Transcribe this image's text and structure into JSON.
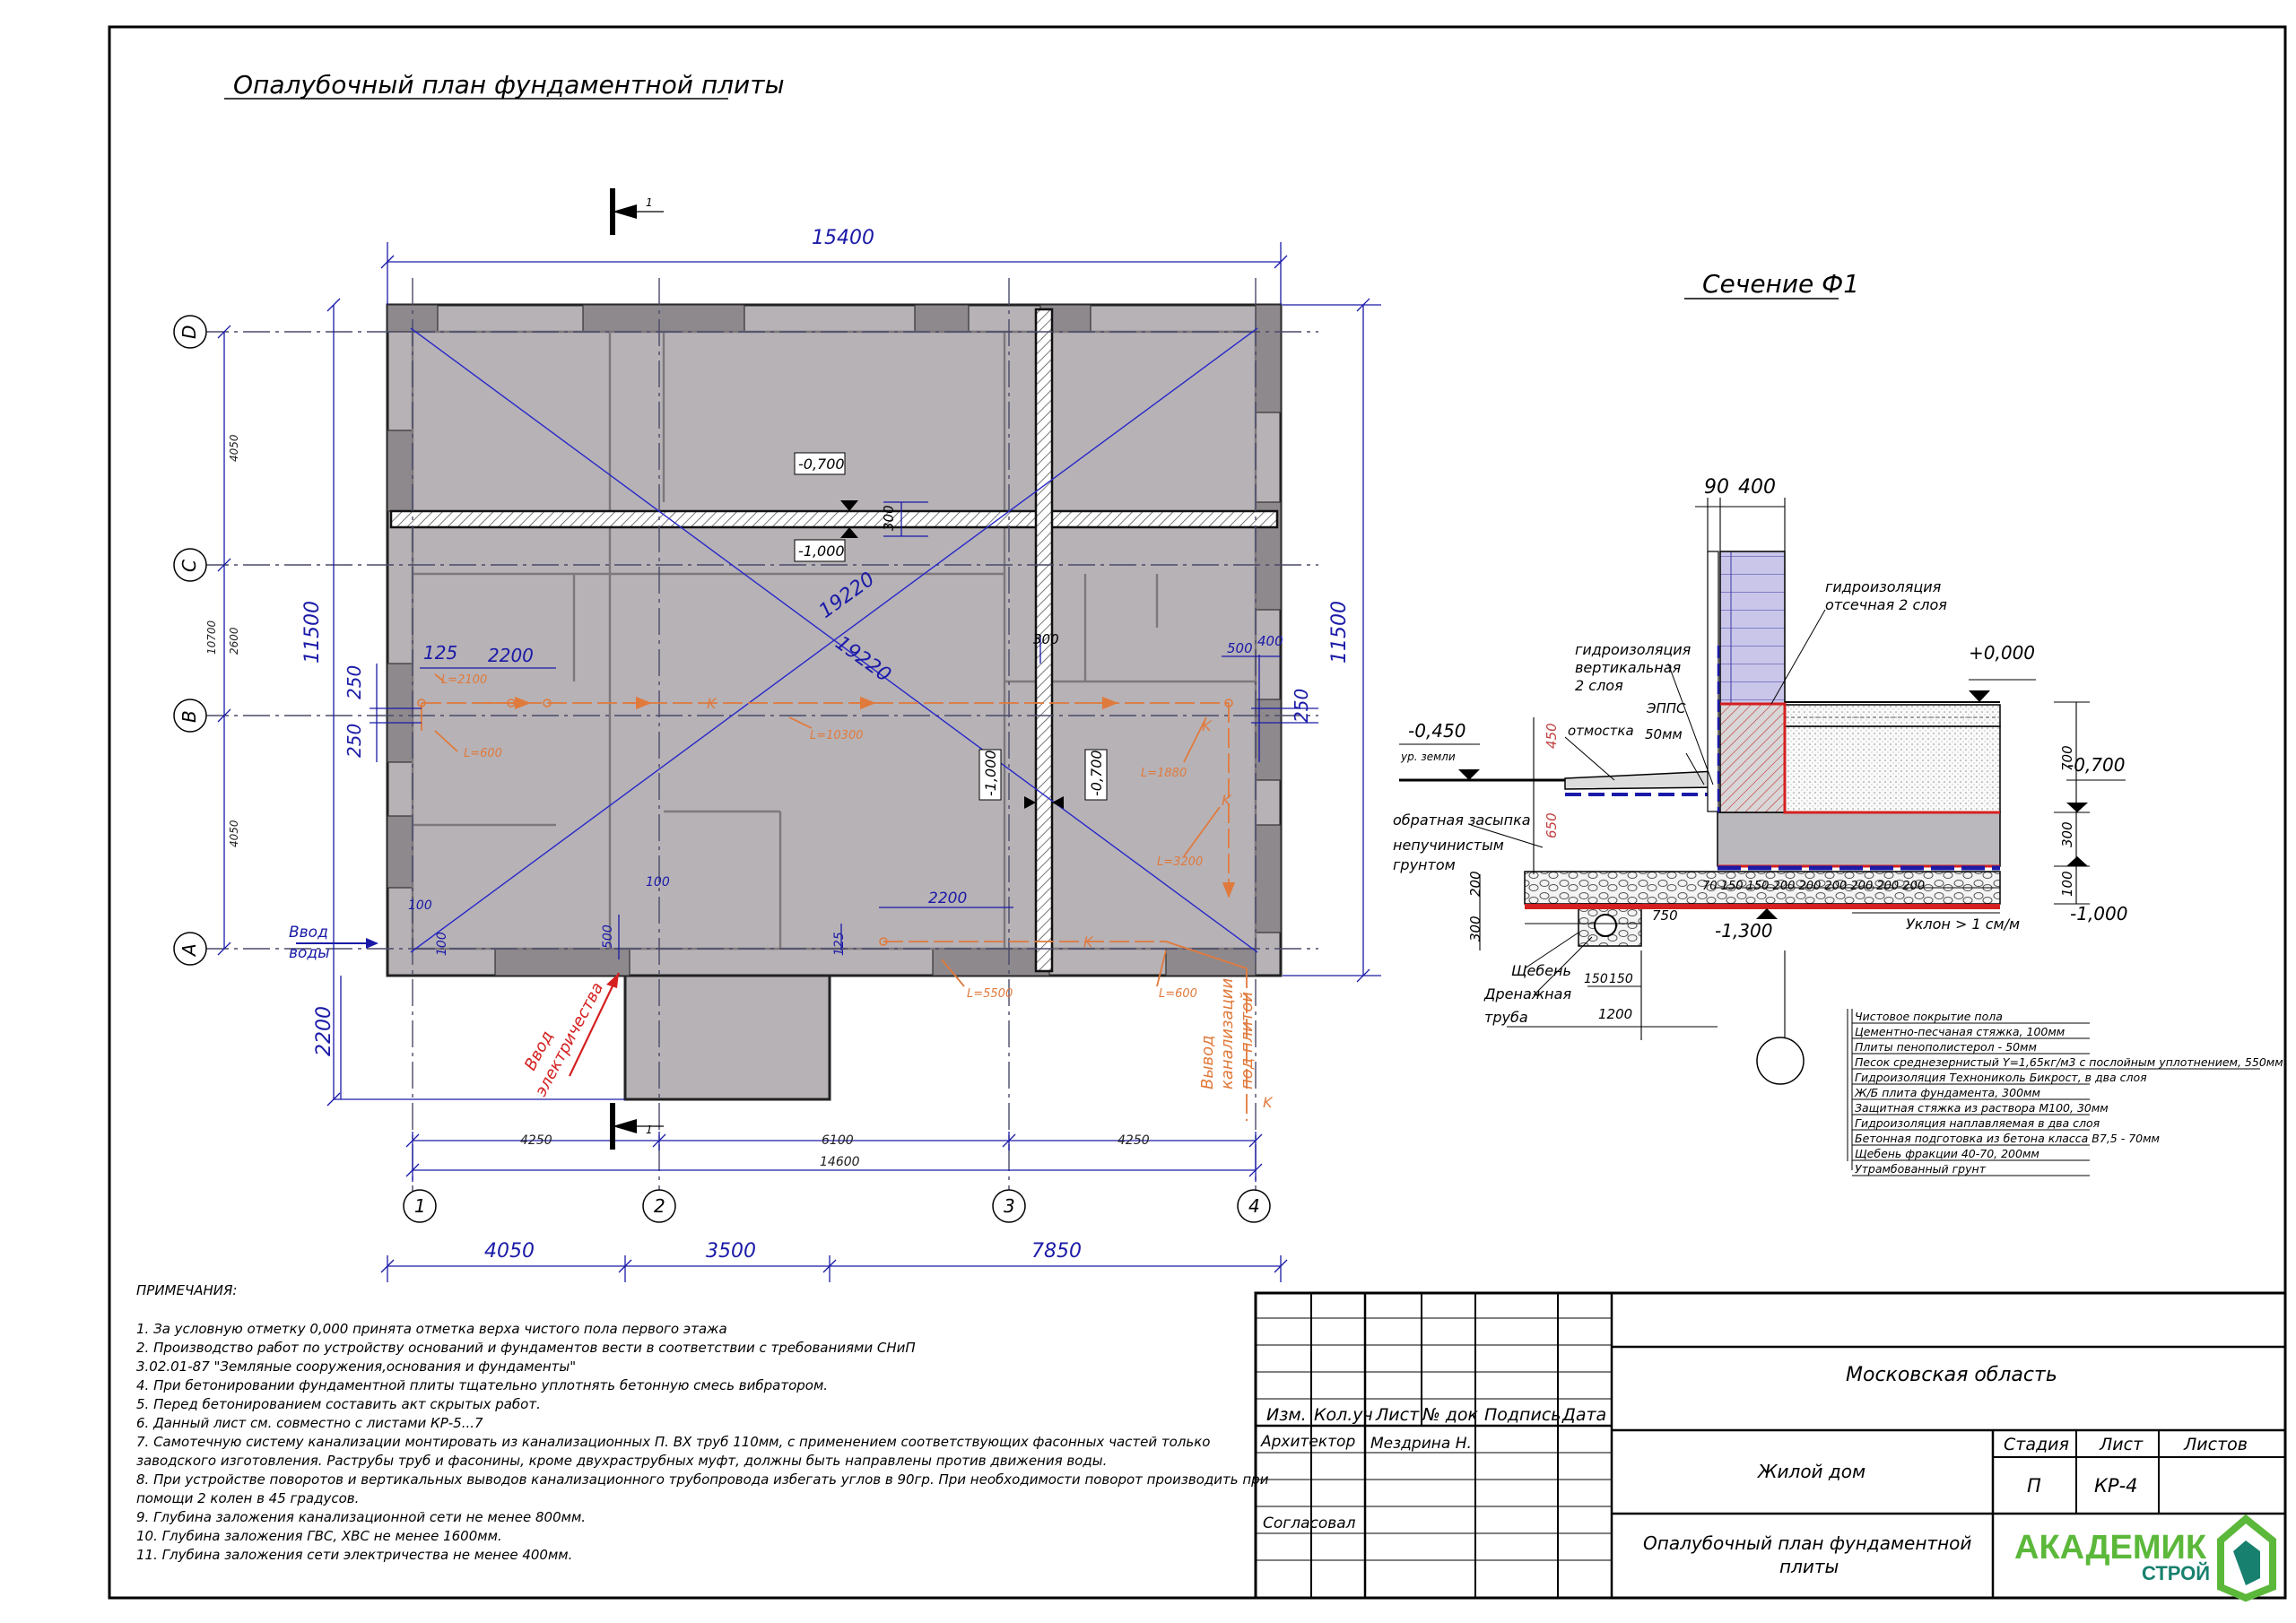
{
  "sheet": {
    "plan_title": "Опалубочный план фундаментной плиты",
    "section_title": "Сечение Ф1",
    "section_marker": "1"
  },
  "plan": {
    "dims": {
      "top_total": "15400",
      "right_total": "11500",
      "left_total": "11500",
      "left_sub_total": "10700",
      "left_ab": "4050",
      "left_bc": "2600",
      "left_cd": "4050",
      "bottom_4250a": "4250",
      "bottom_6100": "6100",
      "bottom_4250b": "4250",
      "bottom_14600": "14600",
      "bottom_4050": "4050",
      "bottom_3500": "3500",
      "bottom_7850": "7850",
      "ext_2200": "2200",
      "diag_a": "19220",
      "diag_b": "19220",
      "d125": "125",
      "d2200_top": "2200",
      "d250a": "250",
      "d250b": "250",
      "d250_right": "250",
      "d500_right": "500",
      "d400_right": "400",
      "d300_v": "300",
      "d300_h": "300",
      "d100_a": "100",
      "d100_b": "100",
      "d100_c": "100",
      "d500_low": "500",
      "d125_low": "125",
      "d2200_low": "2200"
    },
    "levels": {
      "l_0700_top": "-0,700",
      "l_1000_top": "-1,000",
      "l_1000_mid": "-1,000",
      "l_0700_mid": "-0,700"
    },
    "axes": {
      "rows": [
        "D",
        "C",
        "B",
        "A"
      ],
      "cols": [
        "1",
        "2",
        "3",
        "4"
      ]
    },
    "pipes": {
      "L2100": "L=2100",
      "L600a": "L=600",
      "L10300": "L=10300",
      "L1880": "L=1880",
      "L3200": "L=3200",
      "L5500": "L=5500",
      "L600b": "L=600",
      "K": "K"
    },
    "labels": {
      "water_in_1": "Ввод",
      "water_in_2": "воды",
      "elec_in_1": "Ввод",
      "elec_in_2": "электричества",
      "sewer_1": "Вывод",
      "sewer_2": "канализации",
      "sewer_3": "под плитой"
    }
  },
  "section": {
    "dim_90": "90",
    "dim_400": "400",
    "lvl_0000": "+0,000",
    "lvl_0450": "-0,450",
    "ground_level": "ур. земли",
    "lvl_0700": "-0,700",
    "lvl_1000": "-1,000",
    "lvl_1300": "-1,300",
    "d450": "450",
    "d650": "650",
    "d700": "700",
    "d300": "300",
    "d100": "100",
    "d200": "200",
    "d300b": "300",
    "d750": "750",
    "d1200": "1200",
    "d150a": "150",
    "d150b": "150",
    "d_row": "70 150 150 200 200 200 200 200 200",
    "slope": "Уклон > 1 см/м",
    "hydro_cut_1": "гидроизоляция",
    "hydro_cut_2": "отсечная 2 слоя",
    "hydro_vert_1": "гидроизоляция",
    "hydro_vert_2": "вертикальная",
    "hydro_vert_3": "2 слоя",
    "epps_1": "ЭППС",
    "epps_2": "50мм",
    "otmostka": "отмостка",
    "backfill_1": "обратная засыпка",
    "backfill_2": "непучинистым",
    "backfill_3": "грунтом",
    "gravel": "Щебень",
    "drain_1": "Дренажная",
    "drain_2": "труба",
    "layers": [
      "Чистовое покрытие пола",
      "Цементно-песчаная стяжка, 100мм",
      "Плиты пенополистерол - 50мм",
      "Песок среднезернистый Y=1,65кг/м3 с послойным уплотнением, 550мм",
      "Гидроизоляция Технониколь Бикрост, в два слоя",
      "Ж/Б плита фундамента, 300мм",
      "Защитная стяжка из раствора М100, 30мм",
      "Гидроизоляция наплавляемая в два слоя",
      "Бетонная подготовка из бетона класса В7,5 - 70мм",
      "Щебень фракции 40-70, 200мм",
      "Утрамбованный грунт"
    ]
  },
  "notes": {
    "heading": "ПРИМЕЧАНИЯ:",
    "lines": [
      "1. За условную отметку 0,000 принята отметка верха чистого пола первого этажа",
      "2. Производство работ по устройству оснований и фундаментов вести в соответствии с требованиями СНиП",
      "3.02.01-87 \"Земляные сооружения,основания и фундаменты\"",
      "4. При бетонировании фундаментной плиты тщательно уплотнять бетонную смесь вибратором.",
      "5. Перед бетонированием составить акт скрытых работ.",
      "6. Данный лист см. совместно с листами КР-5...7",
      "7. Самотечную систему канализации монтировать из канализационных П. ВХ труб 110мм, с применением соответствующих фасонных частей только",
      "заводского изготовления. Раструбы труб и фасонины, кроме двухраструбных муфт, должны быть направлены против движения воды.",
      "8. При устройстве поворотов и вертикальных выводов канализационного трубопровода избегать углов в 90гр. При необходимости поворот производить при",
      "помощи 2 колен в 45 градусов.",
      "9. Глубина заложения  канализационной сети не менее 800мм.",
      "10. Глубина заложения ГВС, ХВС не менее 1600мм.",
      "11. Глубина заложения  сети электричества не менее 400мм."
    ]
  },
  "stamp": {
    "h_izm": "Изм.",
    "h_kolvo": "Кол.уч",
    "h_list": "Лист",
    "h_ndoc": "№ док",
    "h_sign": "Подпись",
    "h_date": "Дата",
    "role_arch": "Архитектор",
    "name_arch": "Мездрина Н.",
    "role_agreed": "Согласовал",
    "region": "Московская область",
    "object": "Жилой дом",
    "h_stage": "Стадия",
    "h_sheet": "Лист",
    "h_sheets": "Листов",
    "stage": "П",
    "sheet": "КР-4",
    "sheets": "",
    "drawing_1": "Опалубочный план фундаментной",
    "drawing_2": "плиты",
    "logo_1": "АКАДЕМИК",
    "logo_2": "СТРОЙ"
  },
  "colors": {
    "dim": "#1a1aa8",
    "pipe": "#e07a3c",
    "slab": "#b7b2b6",
    "red": "#d42020",
    "logo_green": "#5bb83a",
    "logo_teal": "#17806e"
  }
}
